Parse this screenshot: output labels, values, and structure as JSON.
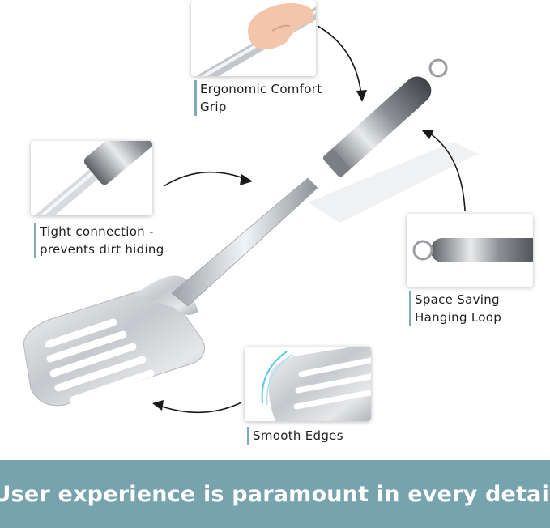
{
  "features": {
    "grip": {
      "line1": "Ergonomic Comfort",
      "line2": "Grip"
    },
    "connection": {
      "line1": "Tight connection -",
      "line2": "prevents dirt hiding"
    },
    "loop": {
      "line1": "Space Saving",
      "line2": "Hanging Loop"
    },
    "edges": {
      "line1": "Smooth Edges"
    }
  },
  "banner": {
    "text": "User experience is paramount in every detail"
  },
  "colors": {
    "banner": "#77a3ae",
    "caption_rule": "#7fa9b3",
    "steel": "#c9ccd0"
  }
}
